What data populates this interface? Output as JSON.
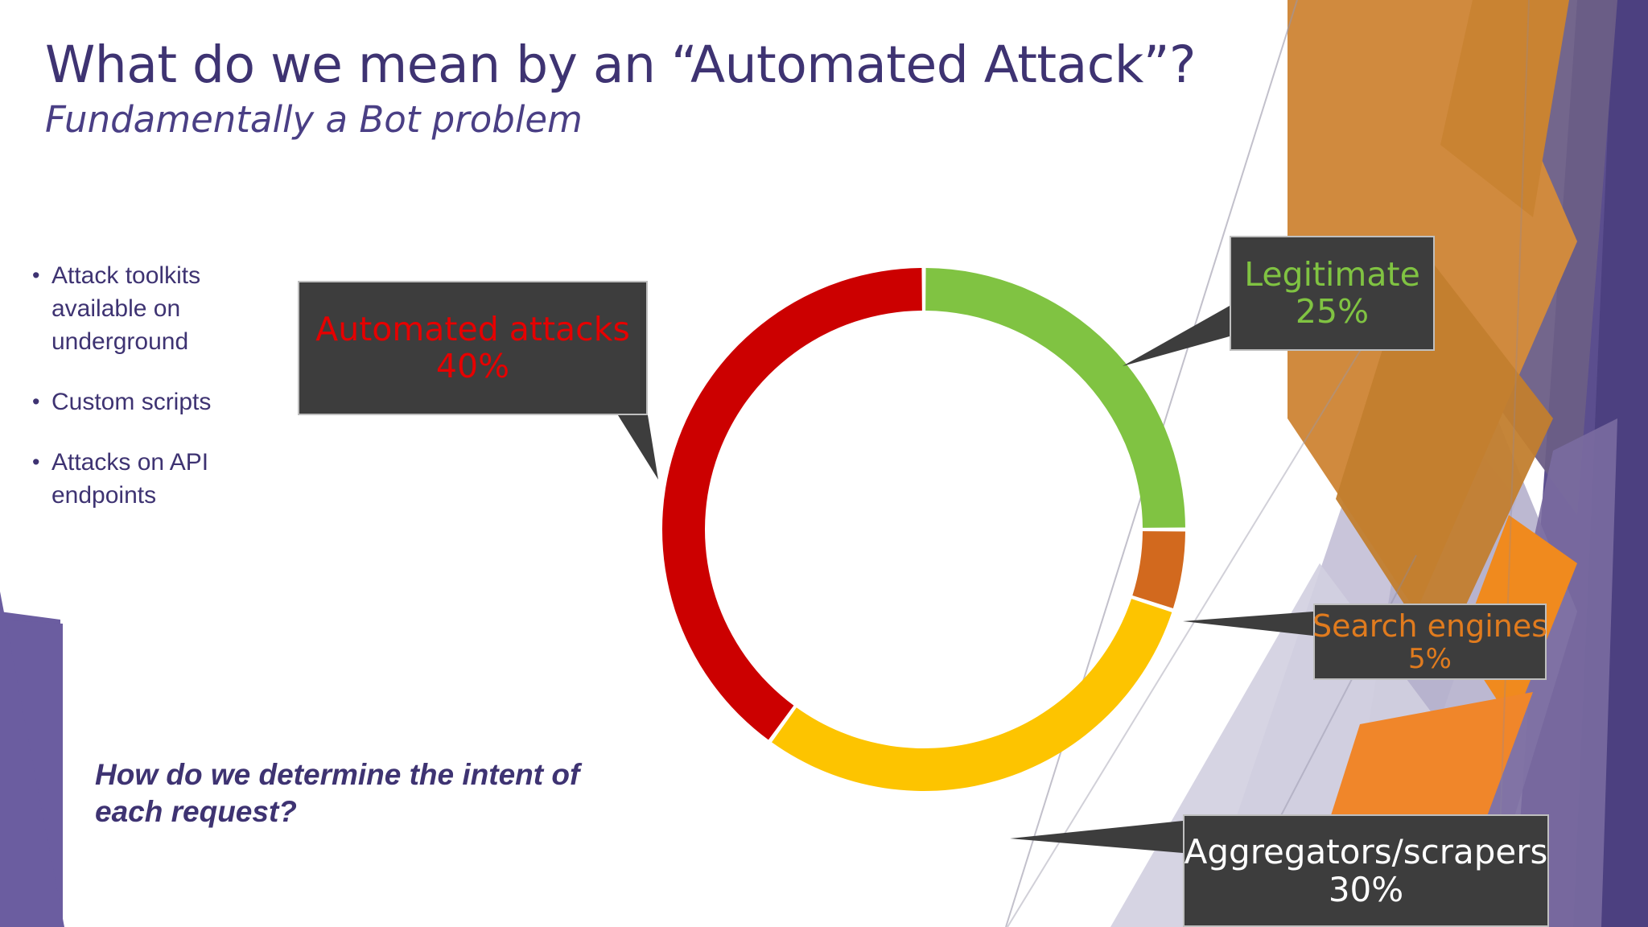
{
  "slide": {
    "title": "What do we mean by an “Automated Attack”?",
    "subtitle": "Fundamentally a Bot problem",
    "question": "How do we determine the intent of each request?",
    "bullet_marker": "•",
    "bullets": [
      "Attack toolkits available on underground",
      "Custom scripts",
      "Attacks on API endpoints"
    ]
  },
  "colors": {
    "title_purple": "#3E3372",
    "callout_bg": "#3D3D3D",
    "callout_border": "#BFBFBF",
    "legitimate_green": "#80C342",
    "search_orange": "#D2691E",
    "aggregators_yellow": "#FDC400",
    "automated_red": "#CC0000",
    "automated_text_red": "#E60000",
    "aggregators_text": "#FFFFFF",
    "bg_orange": "#D08A3E",
    "bg_purple": "#5B4E8E",
    "bg_lavender": "#C6C2D8"
  },
  "chart_data": {
    "type": "pie",
    "variant": "donut",
    "title": "",
    "start_angle_deg": 0,
    "direction": "clockwise",
    "center": [
      1148,
      658
    ],
    "outer_radius": 325,
    "inner_radius": 272,
    "categories": [
      "Legitimate",
      "Search engines",
      "Aggregators/scrapers",
      "Automated attacks"
    ],
    "values": [
      25,
      30,
      5,
      40
    ],
    "slices": [
      {
        "name": "Legitimate",
        "value": 25,
        "unit": "%",
        "color": "#80C342",
        "start_deg": 0,
        "end_deg": 90,
        "label_color": "#80C342"
      },
      {
        "name": "Search engines",
        "value": 5,
        "unit": "%",
        "color": "#D2691E",
        "start_deg": 90,
        "end_deg": 108,
        "label_color": "#E07B1E"
      },
      {
        "name": "Aggregators/scrapers",
        "value": 30,
        "unit": "%",
        "color": "#FDC400",
        "start_deg": 108,
        "end_deg": 216,
        "label_color": "#FFFFFF"
      },
      {
        "name": "Automated attacks",
        "value": 40,
        "unit": "%",
        "color": "#CC0000",
        "start_deg": 216,
        "end_deg": 360,
        "label_color": "#E60000"
      }
    ],
    "legend": "callouts",
    "grid": false
  },
  "callouts": {
    "automated": {
      "label": "Automated attacks",
      "value": "40%"
    },
    "legitimate": {
      "label": "Legitimate",
      "value": "25%"
    },
    "search": {
      "label": "Search engines",
      "value": "5%"
    },
    "aggregators": {
      "label": "Aggregators/scrapers",
      "value": "30%"
    }
  }
}
